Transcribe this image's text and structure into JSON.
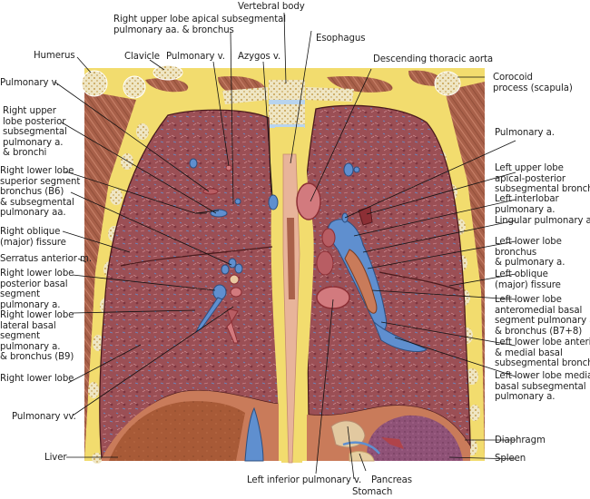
{
  "figure": {
    "title": "Coronal section of thorax through lungs and hilum",
    "colors": {
      "lung": "#9b4f55",
      "lung_dark": "#6e2a30",
      "fat": "#f2dc6e",
      "muscle": "#a9614a",
      "bone": "#efe6c4",
      "bone_spots": "#b88a2e",
      "vein_blue": "#5f8fcf",
      "artery": "#c8636a",
      "liver": "#a85a37",
      "spleen": "#8f5277",
      "stomach": "#e2c9a0",
      "pleura_line": "#4a1a1c",
      "leader_line": "#111111"
    }
  },
  "labels_top": [
    {
      "id": "vertebral-body",
      "text": "Vertebral body"
    },
    {
      "id": "right-upper-lobe-apical",
      "text": "Right upper lobe apical subsegmental\npulmonary aa. & bronchus"
    },
    {
      "id": "esophagus",
      "text": "Esophagus"
    },
    {
      "id": "descending-thoracic-aorta",
      "text": "Descending thoracic aorta"
    },
    {
      "id": "humerus",
      "text": "Humerus"
    },
    {
      "id": "clavicle",
      "text": "Clavicle"
    },
    {
      "id": "pulmonary-v-top",
      "text": "Pulmonary v."
    },
    {
      "id": "azygos-v",
      "text": "Azygos v."
    }
  ],
  "labels_left": [
    {
      "id": "pulmonary-v-left",
      "text": "Pulmonary v."
    },
    {
      "id": "rul-posterior-subsegmental",
      "text": "Right upper\nlobe posterior\nsubsegmental\npulmonary a.\n& bronchi"
    },
    {
      "id": "rll-superior-segment",
      "text": "Right lower lobe\nsuperior segment\nbronchus (B6)\n& subsegmental\npulmonary aa."
    },
    {
      "id": "right-oblique-fissure",
      "text": "Right oblique\n(major) fissure"
    },
    {
      "id": "serratus-anterior",
      "text": "Serratus anterior m."
    },
    {
      "id": "rll-posterior-basal",
      "text": "Right lower lobe\nposterior basal\nsegment\npulmonary a."
    },
    {
      "id": "rll-lateral-basal",
      "text": "Right lower lobe\nlateral basal\nsegment\npulmonary a.\n& bronchus (B9)"
    },
    {
      "id": "right-lower-lobe",
      "text": "Right lower lobe"
    },
    {
      "id": "pulmonary-vv",
      "text": "Pulmonary vv."
    },
    {
      "id": "liver",
      "text": "Liver"
    }
  ],
  "labels_right": [
    {
      "id": "corocoid-process",
      "text": "Corocoid\nprocess (scapula)"
    },
    {
      "id": "pulmonary-a",
      "text": "Pulmonary a."
    },
    {
      "id": "lul-apical-posterior",
      "text": "Left upper lobe\napical-posterior\nsubsegmental bronchi"
    },
    {
      "id": "left-interlobar",
      "text": "Left interlobar\npulmonary a."
    },
    {
      "id": "lingular-pulmonary-a",
      "text": "Lingular pulmonary a."
    },
    {
      "id": "lll-bronchus",
      "text": "Left lower lobe\nbronchus\n& pulmonary a."
    },
    {
      "id": "left-oblique-fissure",
      "text": "Left oblique\n(major) fissure"
    },
    {
      "id": "lll-anteromedial-basal",
      "text": "Left lower lobe\nanteromedial basal\nsegment pulmonary a.\n& bronchus (B7+8)"
    },
    {
      "id": "lll-anterior-medial-basal",
      "text": "Left lower lobe anterior\n& medial basal\nsubsegmental bronchi"
    },
    {
      "id": "lll-medial-basal",
      "text": "Left lower lobe medial\nbasal subsegmental\npulmonary a."
    },
    {
      "id": "diaphragm",
      "text": "Diaphragm"
    },
    {
      "id": "spleen",
      "text": "Spleen"
    }
  ],
  "labels_bottom": [
    {
      "id": "left-inferior-pulmonary-v",
      "text": "Left inferior pulmonary v."
    },
    {
      "id": "pancreas",
      "text": "Pancreas"
    },
    {
      "id": "stomach",
      "text": "Stomach"
    }
  ]
}
